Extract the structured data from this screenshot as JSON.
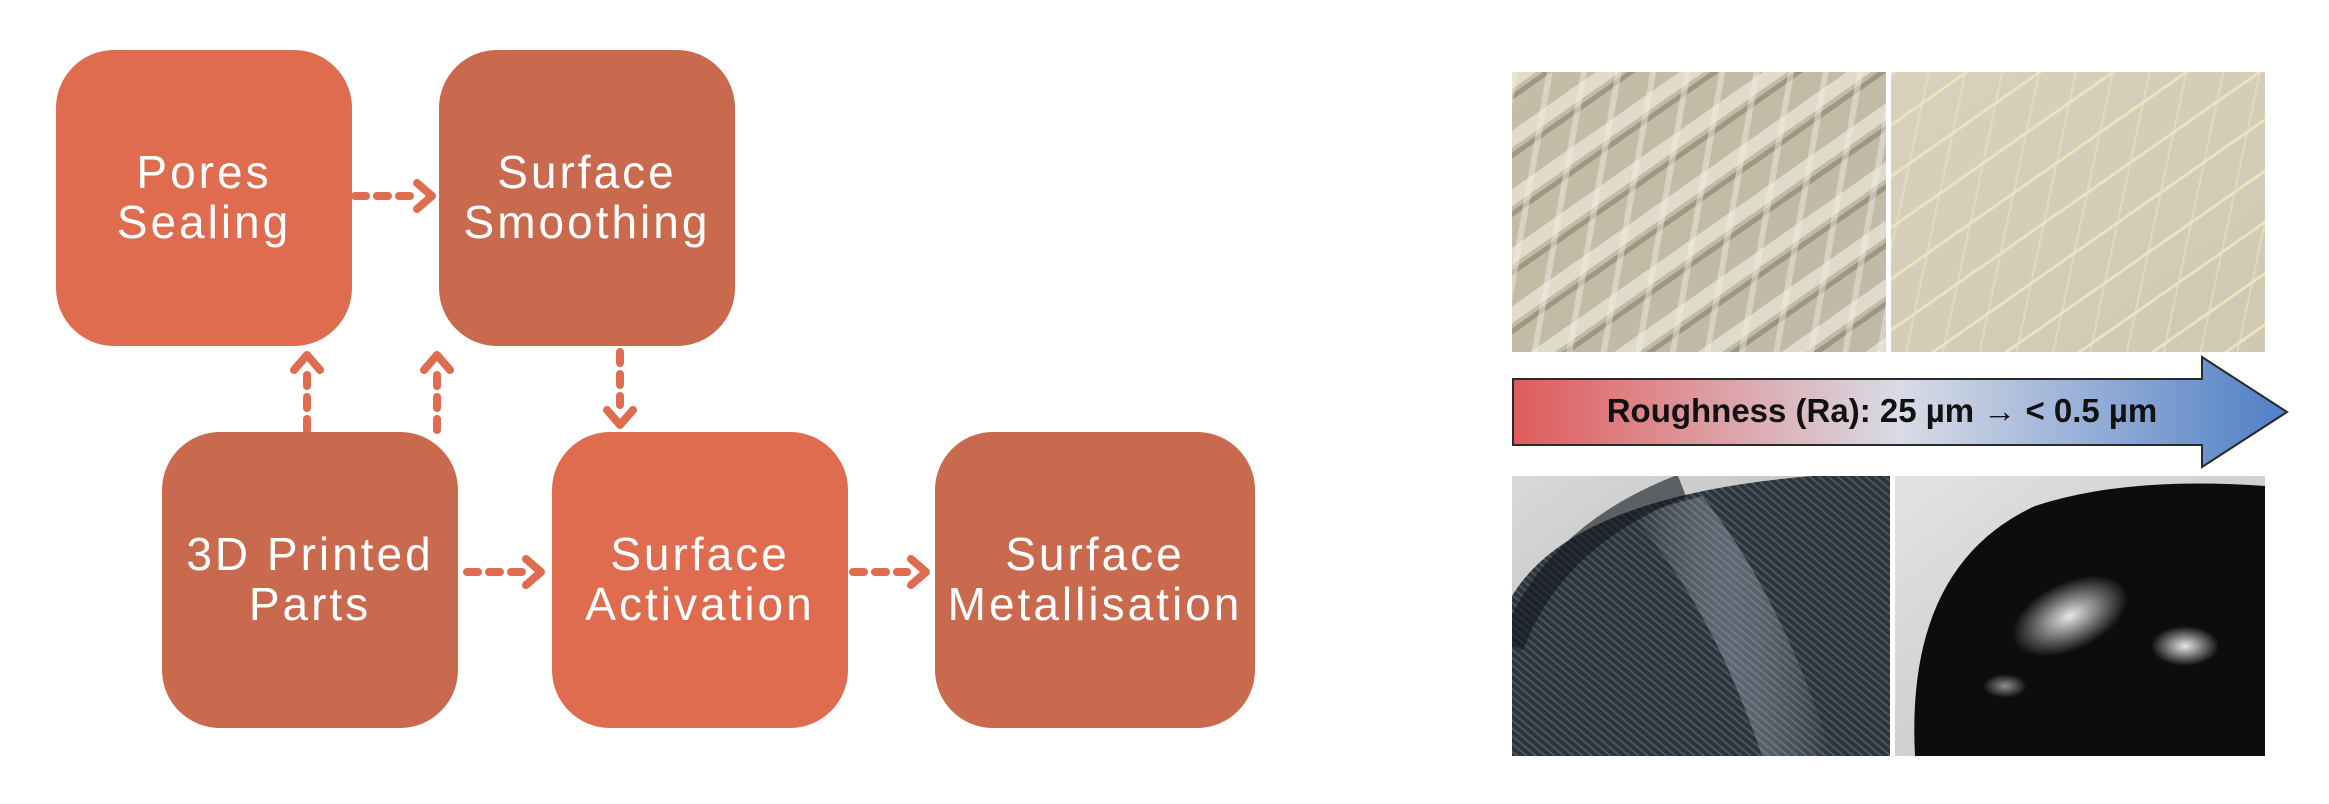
{
  "flow": {
    "nodes": {
      "pores_sealing": "Pores\nSealing",
      "surface_smoothing": "Surface\nSmoothing",
      "printed_parts": "3D Printed\nParts",
      "surface_activation": "Surface\nActivation",
      "surface_metallisation": "Surface\nMetallisation"
    },
    "edges": [
      [
        "printed_parts",
        "pores_sealing"
      ],
      [
        "printed_parts",
        "surface_smoothing"
      ],
      [
        "pores_sealing",
        "surface_smoothing"
      ],
      [
        "surface_smoothing",
        "surface_activation"
      ],
      [
        "printed_parts",
        "surface_activation"
      ],
      [
        "surface_activation",
        "surface_metallisation"
      ]
    ],
    "colors": {
      "box_light": "#e06c50",
      "box_dark": "#c96a4e",
      "arrow": "#e06c50"
    }
  },
  "comparison": {
    "roughness_label": "Roughness (Ra): 25 µm → < 0.5 µm",
    "gradient": {
      "start": "#e05a5a",
      "middle": "#d9dce6",
      "end": "#4f7fc6"
    }
  }
}
